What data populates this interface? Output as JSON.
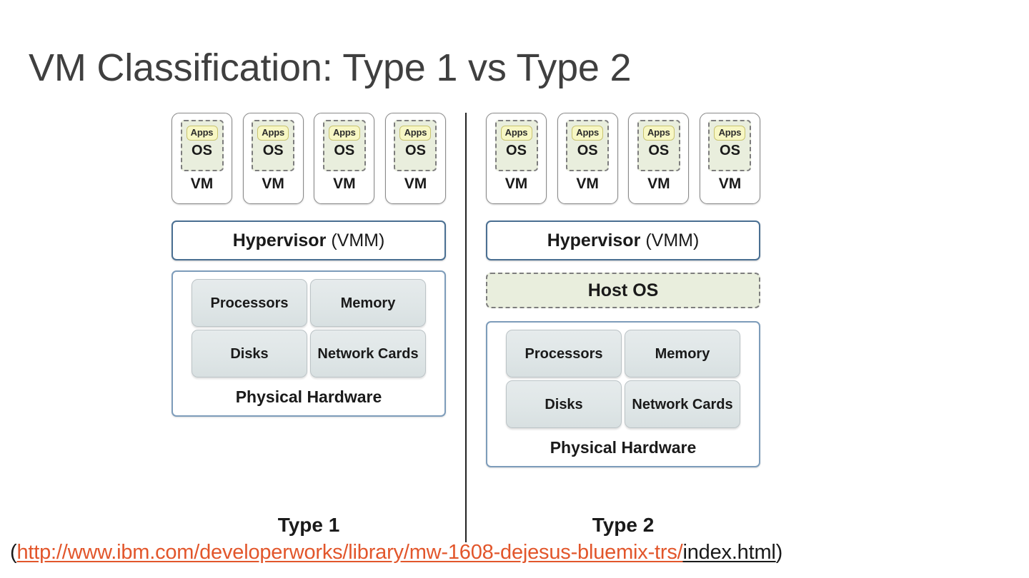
{
  "slide": {
    "title": "VM Classification: Type 1 vs Type 2"
  },
  "diagram": {
    "divider": "vertical-divider",
    "panels": [
      {
        "id": "type1",
        "caption": "Type 1",
        "vms": [
          {
            "apps": "Apps",
            "os": "OS",
            "vm": "VM"
          },
          {
            "apps": "Apps",
            "os": "OS",
            "vm": "VM"
          },
          {
            "apps": "Apps",
            "os": "OS",
            "vm": "VM"
          },
          {
            "apps": "Apps",
            "os": "OS",
            "vm": "VM"
          }
        ],
        "hypervisor": {
          "strong": "Hypervisor",
          "normal": "(VMM)"
        },
        "host_os": null,
        "hardware": {
          "components": [
            "Processors",
            "Memory",
            "Disks",
            "Network Cards"
          ],
          "title": "Physical Hardware"
        }
      },
      {
        "id": "type2",
        "caption": "Type 2",
        "vms": [
          {
            "apps": "Apps",
            "os": "OS",
            "vm": "VM"
          },
          {
            "apps": "Apps",
            "os": "OS",
            "vm": "VM"
          },
          {
            "apps": "Apps",
            "os": "OS",
            "vm": "VM"
          },
          {
            "apps": "Apps",
            "os": "OS",
            "vm": "VM"
          }
        ],
        "hypervisor": {
          "strong": "Hypervisor",
          "normal": "(VMM)"
        },
        "host_os": "Host OS",
        "hardware": {
          "components": [
            "Processors",
            "Memory",
            "Disks",
            "Network Cards"
          ],
          "title": "Physical Hardware"
        }
      }
    ]
  },
  "source": {
    "open_paren": "(",
    "url_text": "http://www.ibm.com/developerworks/library/mw-1608-dejesus-bluemix-trs/",
    "url_tail": "index.html",
    "close_paren": ")"
  },
  "colors": {
    "title_text": "#3f3f3f",
    "link_orange": "#e2562b",
    "hypervisor_border": "#4a6f92",
    "hardware_border": "#7d9cba",
    "os_fill": "#e9eedd",
    "apps_fill": "#f7f7c4",
    "hw_cell_fill": "#dfe6e7",
    "divider": "#222222"
  }
}
